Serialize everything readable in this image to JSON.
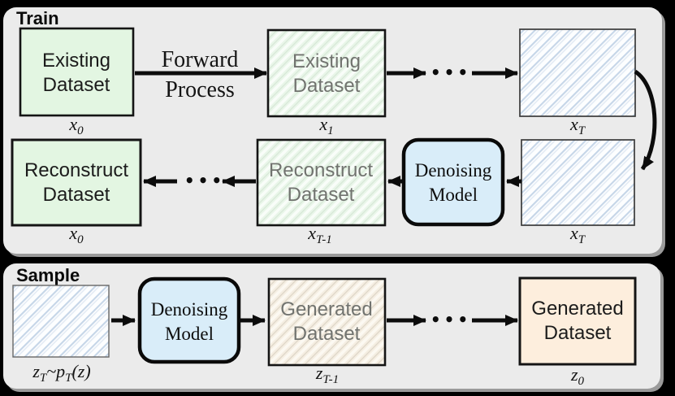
{
  "colors": {
    "background": "#000000",
    "panel": "#ebebeb",
    "solid_green": "#e3f6e2",
    "hatch_green_bg": "#e9f6e9",
    "hatch_blue_bg": "#fdfeff",
    "hatch_tan_bg": "#f5eee2",
    "denoising_blue": "#d9edf9",
    "solid_peach": "#fdeedd"
  },
  "ellipsis": "•••",
  "train": {
    "title": "Train",
    "forward_process": {
      "line1": "Forward",
      "line2": "Process"
    },
    "existing_solid": {
      "line1": "Existing",
      "line2": "Dataset"
    },
    "existing_hatched": {
      "line1": "Existing",
      "line2": "Dataset"
    },
    "denoising_model": {
      "line1": "Denoising",
      "line2": "Model"
    },
    "reconstruct_hatched": {
      "line1": "Reconstruct",
      "line2": "Dataset"
    },
    "reconstruct_solid": {
      "line1": "Reconstruct",
      "line2": "Dataset"
    },
    "math": {
      "x0_top": [
        {
          "t": "x"
        },
        {
          "t": "0",
          "sub": true
        }
      ],
      "x1": [
        {
          "t": "x"
        },
        {
          "t": "1",
          "sub": true
        }
      ],
      "xT_top": [
        {
          "t": "x"
        },
        {
          "t": "T",
          "sub": true
        }
      ],
      "xT_bottom": [
        {
          "t": "x"
        },
        {
          "t": "T",
          "sub": true
        }
      ],
      "xT1": [
        {
          "t": "x"
        },
        {
          "t": "T-1",
          "sub": true
        }
      ],
      "x0_bottom": [
        {
          "t": "x"
        },
        {
          "t": "0",
          "sub": true
        }
      ]
    }
  },
  "sample": {
    "title": "Sample",
    "denoising_model": {
      "line1": "Denoising",
      "line2": "Model"
    },
    "generated_hatched": {
      "line1": "Generated",
      "line2": "Dataset"
    },
    "generated_solid": {
      "line1": "Generated",
      "line2": "Dataset"
    },
    "math": {
      "zT_prior": [
        {
          "t": "z"
        },
        {
          "t": "T",
          "sub": true
        },
        {
          "t": "~p"
        },
        {
          "t": "T",
          "sub": true
        },
        {
          "t": "(z)"
        }
      ],
      "zT1": [
        {
          "t": "z"
        },
        {
          "t": "T-1",
          "sub": true
        }
      ],
      "z0": [
        {
          "t": "z"
        },
        {
          "t": "0",
          "sub": true
        }
      ]
    }
  }
}
